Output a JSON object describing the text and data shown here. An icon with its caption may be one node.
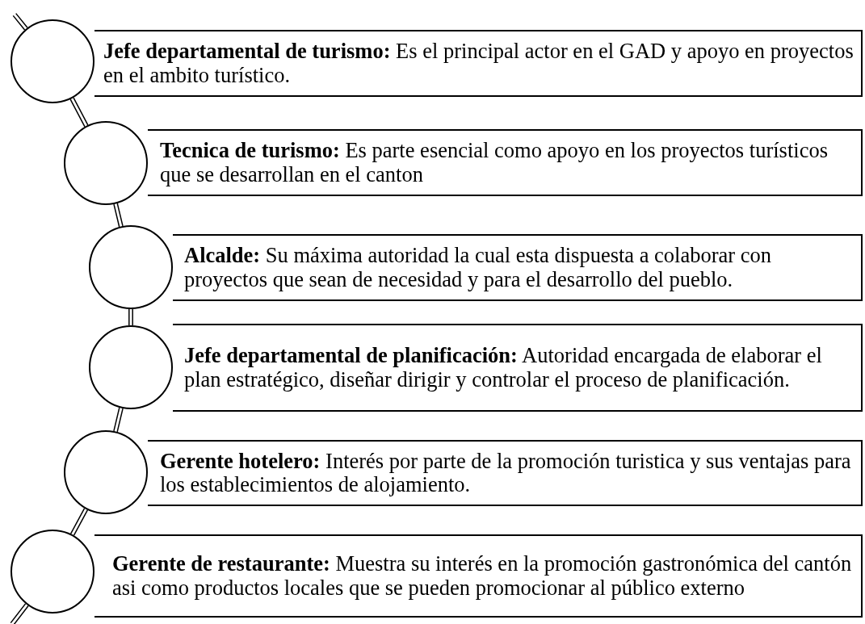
{
  "diagram": {
    "nodes": [
      {
        "text": [],
        "shape": "circle"
      },
      {
        "text": [
          "**Jefe departamental de turismo:** Es el principal actor en el GAD y apoyo en proyectos en el ambito turístico."
        ]
      },
      {
        "text": [],
        "shape": "circle"
      },
      {
        "text": [
          "**Tecnica de turismo:** Es parte esencial como apoyo en los proyectos turísticos que se desarrollan en el canton"
        ]
      },
      {
        "text": [],
        "shape": "circle"
      },
      {
        "text": [
          "**Alcalde:** Su máxima autoridad la cual esta dispuesta a colaborar con proyectos que sean de necesidad y para el desarrollo del pueblo."
        ]
      },
      {
        "text": [],
        "shape": "circle"
      },
      {
        "text": [
          "**Jefe departamental de planificación:** Autoridad encargada de elaborar el plan estratégico, diseñar dirigir y controlar el proceso de planificación."
        ]
      },
      {
        "text": [],
        "shape": "circle"
      },
      {
        "text": [
          "**Gerente hotelero:** Interés por parte de la promoción turistica y sus ventajas para los establecimientos de alojamiento."
        ]
      },
      {
        "text": [],
        "shape": "circle"
      },
      {
        "text": [
          "**Gerente de restaurante:** Muestra su interés en la promoción gastronómica del cantón asi como productos locales que se pueden promocionar al público externo"
        ]
      }
    ],
    "edges": [
      {
        "from": null,
        "to": 0,
        "arrow": "none"
      },
      {
        "from": 0,
        "to": 2,
        "arrow": "none"
      },
      {
        "from": 2,
        "to": 4,
        "arrow": "none"
      },
      {
        "from": 4,
        "to": 6,
        "arrow": "none"
      },
      {
        "from": 6,
        "to": 8,
        "arrow": "none"
      },
      {
        "from": 8,
        "to": 10,
        "arrow": "none"
      },
      {
        "from": 10,
        "to": null,
        "arrow": "none"
      }
    ]
  }
}
